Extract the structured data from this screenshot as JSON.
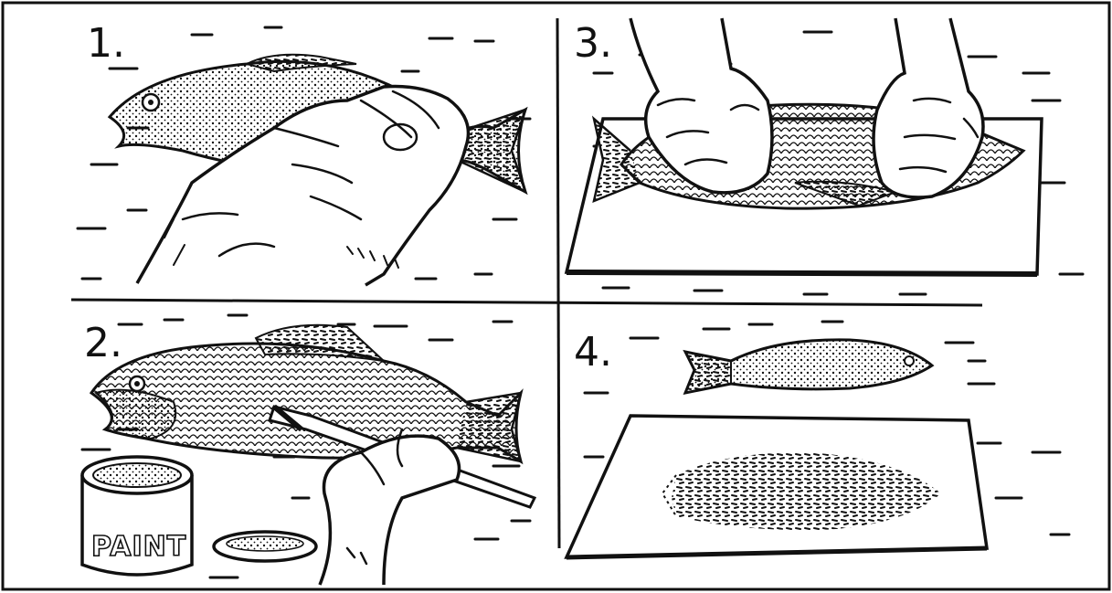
{
  "panels": [
    {
      "number": "1."
    },
    {
      "number": "2."
    },
    {
      "number": "3."
    },
    {
      "number": "4."
    }
  ],
  "paint_jar": {
    "label": "PAINT"
  },
  "colors": {
    "ink": "#111111",
    "paper": "#ffffff"
  }
}
